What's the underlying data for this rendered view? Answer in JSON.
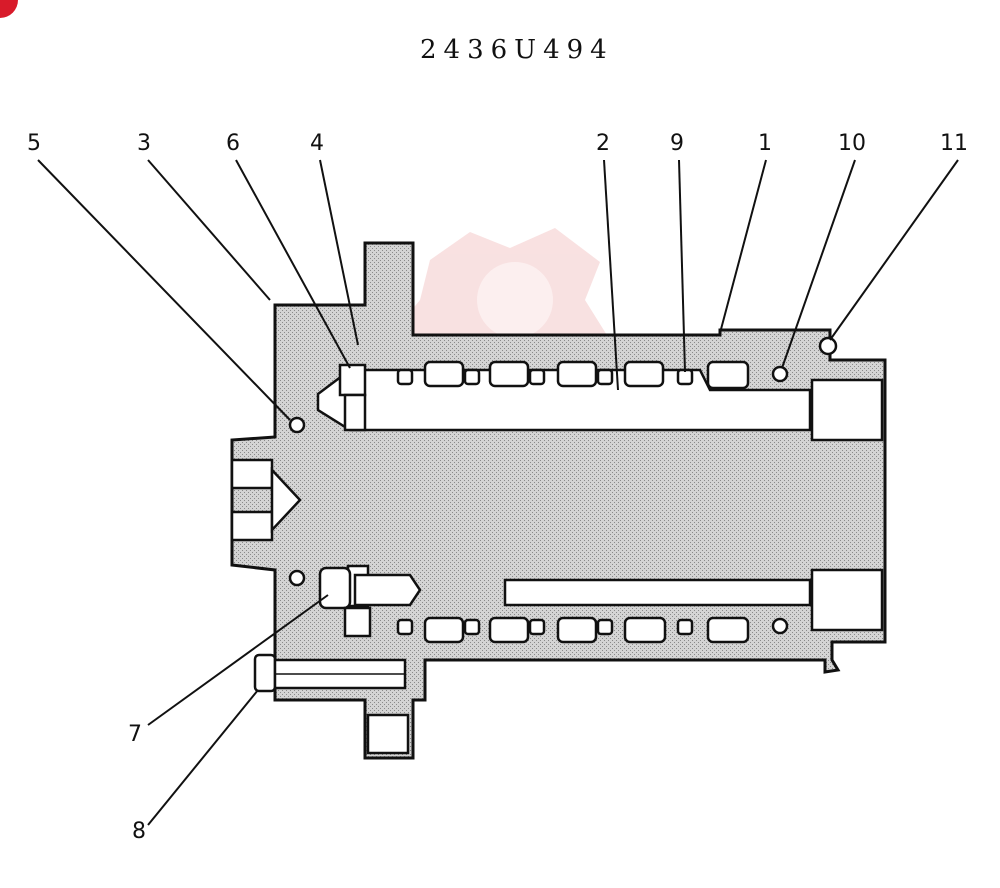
{
  "title": "2436U494",
  "callouts": [
    "5",
    "3",
    "6",
    "4",
    "2",
    "9",
    "1",
    "10",
    "11",
    "7",
    "8"
  ],
  "colors": {
    "ink": "#111111",
    "stipple": "#bdbdbd",
    "watermark": "#f4c9c9",
    "corner_badge": "#d81b2a"
  }
}
